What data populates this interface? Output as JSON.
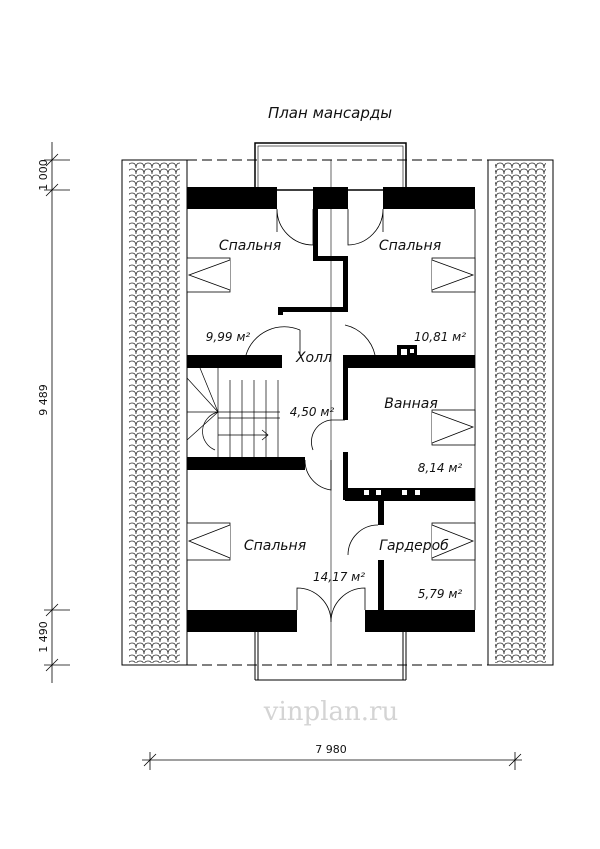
{
  "title": "План мансарды",
  "rooms": [
    {
      "name": "Спальня",
      "area": "9,99 м²"
    },
    {
      "name": "Спальня",
      "area": "10,81 м²"
    },
    {
      "name": "Холл",
      "area": "4,50 м²"
    },
    {
      "name": "Ванная",
      "area": "8,14 м²"
    },
    {
      "name": "Спальня",
      "area": "14,17 м²"
    },
    {
      "name": "Гардероб",
      "area": "5,79 м²"
    }
  ],
  "dimensions": {
    "top": "1 000",
    "height": "9 489",
    "bottom": "1 490",
    "width": "7 980"
  },
  "watermark": "vinplan.ru"
}
